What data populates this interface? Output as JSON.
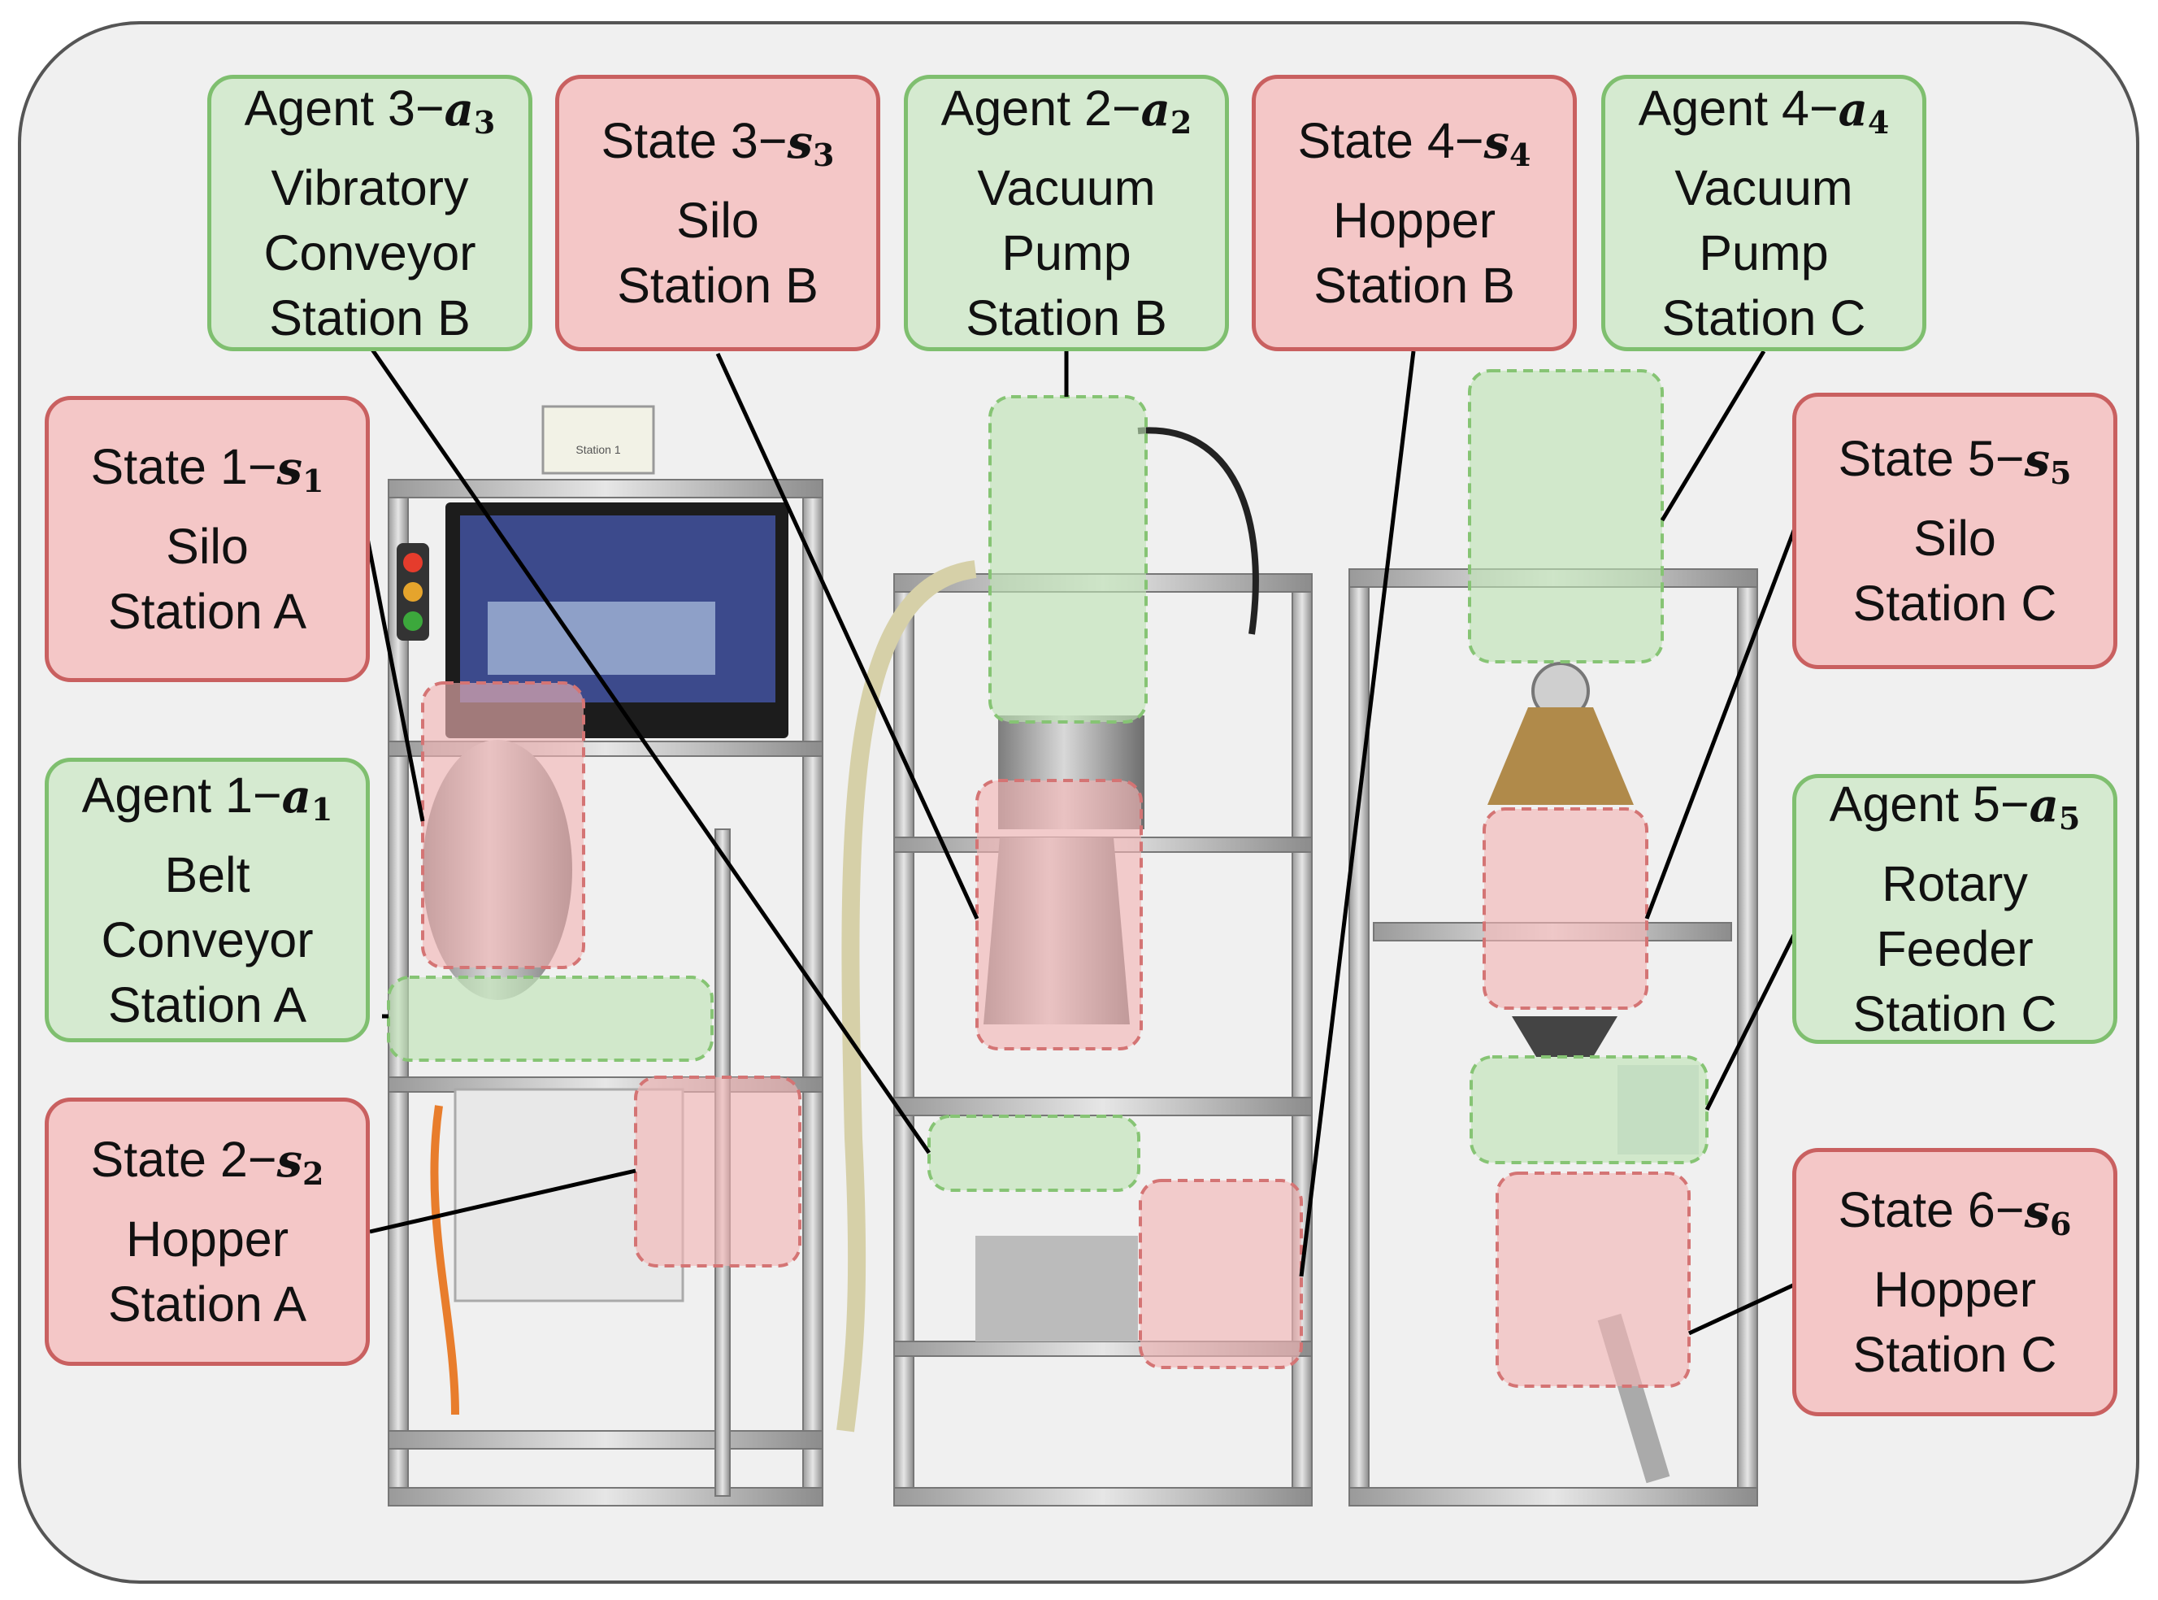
{
  "station_sign": "Station 1",
  "states": [
    {
      "id": "state-1",
      "title": "State 1−",
      "sym": "s",
      "sub": "1",
      "type": "Silo",
      "station": "Station A"
    },
    {
      "id": "state-2",
      "title": "State 2−",
      "sym": "s",
      "sub": "2",
      "type": "Hopper",
      "station": "Station A"
    },
    {
      "id": "state-3",
      "title": "State 3−",
      "sym": "s",
      "sub": "3",
      "type": "Silo",
      "station": "Station B"
    },
    {
      "id": "state-4",
      "title": "State 4−",
      "sym": "s",
      "sub": "4",
      "type": "Hopper",
      "station": "Station B"
    },
    {
      "id": "state-5",
      "title": "State 5−",
      "sym": "s",
      "sub": "5",
      "type": "Silo",
      "station": "Station C"
    },
    {
      "id": "state-6",
      "title": "State 6−",
      "sym": "s",
      "sub": "6",
      "type": "Hopper",
      "station": "Station C"
    }
  ],
  "agents": [
    {
      "id": "agent-1",
      "title": "Agent 1−",
      "sym": "a",
      "sub": "1",
      "line1": "Belt",
      "line2": "Conveyor",
      "station": "Station A"
    },
    {
      "id": "agent-2",
      "title": "Agent 2−",
      "sym": "a",
      "sub": "2",
      "line1": "Vacuum",
      "line2": "Pump",
      "station": "Station B"
    },
    {
      "id": "agent-3",
      "title": "Agent 3−",
      "sym": "a",
      "sub": "3",
      "line1": "Vibratory",
      "line2": "Conveyor",
      "station": "Station B"
    },
    {
      "id": "agent-4",
      "title": "Agent 4−",
      "sym": "a",
      "sub": "4",
      "line1": "Vacuum",
      "line2": "Pump",
      "station": "Station C"
    },
    {
      "id": "agent-5",
      "title": "Agent 5−",
      "sym": "a",
      "sub": "5",
      "line1": "Rotary",
      "line2": "Feeder",
      "station": "Station C"
    }
  ],
  "colors": {
    "state_fill": "#f4c7c7",
    "state_border": "#c96060",
    "agent_fill": "#d5ead0",
    "agent_border": "#7fbf6f"
  }
}
